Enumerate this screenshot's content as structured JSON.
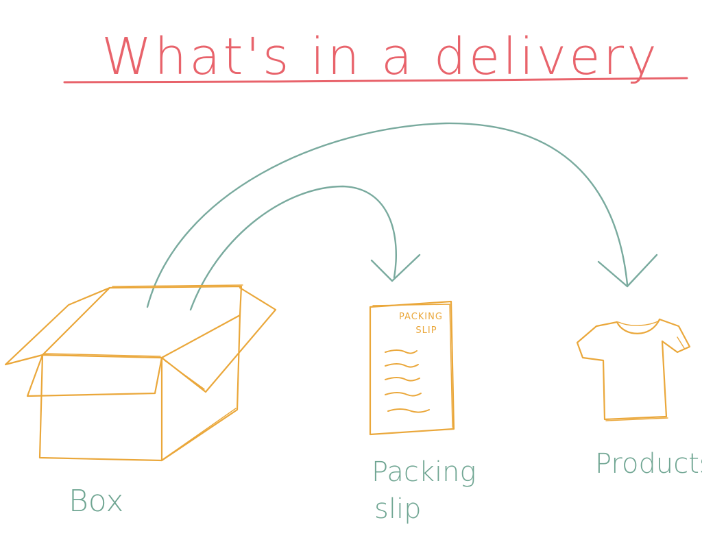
{
  "title": "What's in a delivery",
  "slip_heading": [
    "PACKING",
    "SLIP"
  ],
  "labels": {
    "box": "Box",
    "packing_slip": [
      "Packing",
      "slip"
    ],
    "products": "Products"
  },
  "colors": {
    "title": "#e8636b",
    "sketch": "#eaa73a",
    "arrow": "#79aa9e",
    "label": "#6fa592"
  }
}
